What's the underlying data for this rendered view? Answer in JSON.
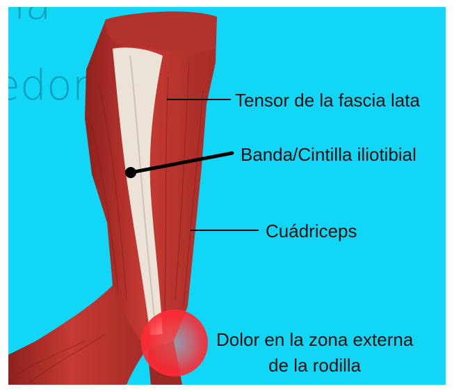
{
  "background": {
    "color": "#12d6f6",
    "partial_text_top": "la",
    "partial_text_middle": "edor"
  },
  "labels": {
    "tensor": "Tensor de la fascia lata",
    "banda": "Banda/Cintilla iliotibial",
    "cuadriceps": "Cuádriceps",
    "dolor_line1": "Dolor en la zona externa",
    "dolor_line2": "de la rodilla"
  },
  "colors": {
    "muscle": "#c63a33",
    "muscle_dark": "#8e201d",
    "tendon": "#e9e0d6",
    "pain_highlight": "#ff2a35"
  }
}
